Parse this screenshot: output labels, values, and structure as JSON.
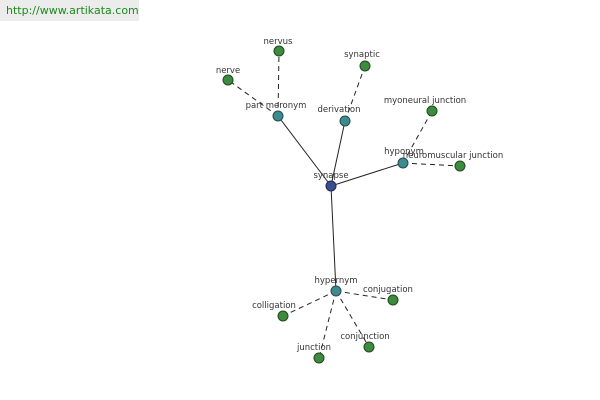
{
  "header": {
    "link_text": "http://www.artikata.com"
  },
  "colors": {
    "root": "#3a4f8c",
    "relation": "#3f8a8e",
    "leaf": "#3e8a3e",
    "link": "#1a8a1a"
  },
  "graph": {
    "nodes": [
      {
        "id": "synapse",
        "label": "synapse",
        "kind": "root"
      },
      {
        "id": "part_meronym",
        "label": "part meronym",
        "kind": "relation"
      },
      {
        "id": "derivation",
        "label": "derivation",
        "kind": "relation"
      },
      {
        "id": "hyponym",
        "label": "hyponym",
        "kind": "relation"
      },
      {
        "id": "hypernym",
        "label": "hypernym",
        "kind": "relation"
      },
      {
        "id": "nervus",
        "label": "nervus",
        "kind": "leaf"
      },
      {
        "id": "nerve",
        "label": "nerve",
        "kind": "leaf"
      },
      {
        "id": "synaptic",
        "label": "synaptic",
        "kind": "leaf"
      },
      {
        "id": "myoneural",
        "label": "myoneural junction",
        "kind": "leaf"
      },
      {
        "id": "neuromuscular",
        "label": "neuromuscular junction",
        "kind": "leaf"
      },
      {
        "id": "conjugation",
        "label": "conjugation",
        "kind": "leaf"
      },
      {
        "id": "colligation",
        "label": "colligation",
        "kind": "leaf"
      },
      {
        "id": "junction",
        "label": "junction",
        "kind": "leaf"
      },
      {
        "id": "conjunction",
        "label": "conjunction",
        "kind": "leaf"
      }
    ],
    "edges": [
      {
        "from": "synapse",
        "to": "part_meronym",
        "style": "solid"
      },
      {
        "from": "synapse",
        "to": "derivation",
        "style": "solid"
      },
      {
        "from": "synapse",
        "to": "hyponym",
        "style": "solid"
      },
      {
        "from": "synapse",
        "to": "hypernym",
        "style": "solid"
      },
      {
        "from": "part_meronym",
        "to": "nervus",
        "style": "dashed"
      },
      {
        "from": "part_meronym",
        "to": "nerve",
        "style": "dashed"
      },
      {
        "from": "derivation",
        "to": "synaptic",
        "style": "dashed"
      },
      {
        "from": "hyponym",
        "to": "myoneural",
        "style": "dashed"
      },
      {
        "from": "hyponym",
        "to": "neuromuscular",
        "style": "dashed"
      },
      {
        "from": "hypernym",
        "to": "conjugation",
        "style": "dashed"
      },
      {
        "from": "hypernym",
        "to": "colligation",
        "style": "dashed"
      },
      {
        "from": "hypernym",
        "to": "junction",
        "style": "dashed"
      },
      {
        "from": "hypernym",
        "to": "conjunction",
        "style": "dashed"
      }
    ]
  }
}
